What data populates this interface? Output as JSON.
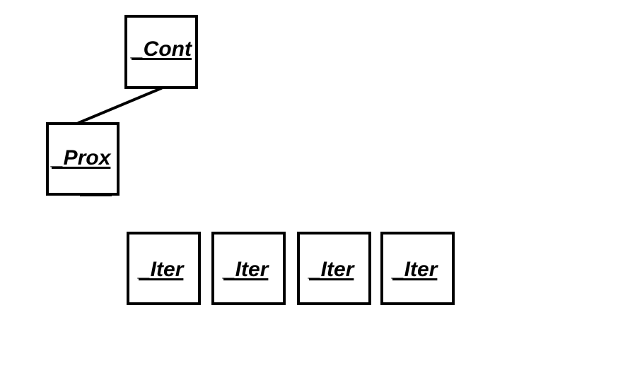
{
  "nodes": {
    "cont": {
      "label": "_Cont"
    },
    "prox": {
      "label": "_Prox"
    },
    "iters": [
      {
        "label": "_Iter"
      },
      {
        "label": "_Iter"
      },
      {
        "label": "_Iter"
      },
      {
        "label": "_Iter"
      }
    ]
  },
  "edges": [
    {
      "from": "cont",
      "to": "prox"
    }
  ],
  "colors": {
    "stroke": "#000000",
    "background": "#ffffff"
  }
}
